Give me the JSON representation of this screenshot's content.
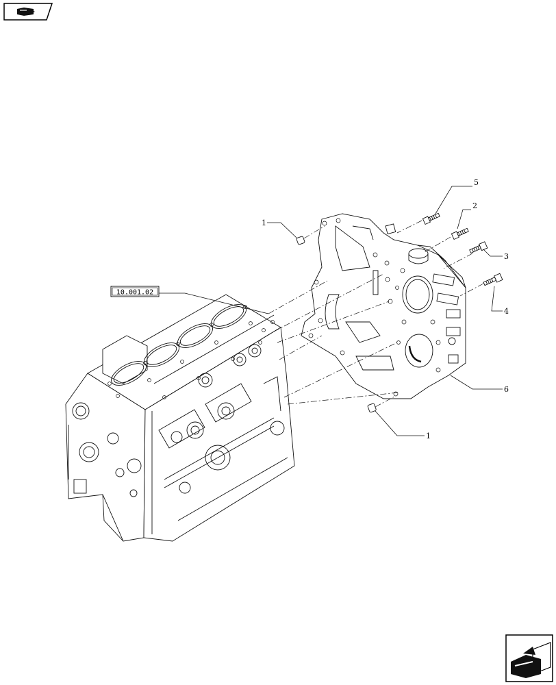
{
  "navigation": {
    "previous_icon": "arrow-back-icon",
    "next_icon": "arrow-forward-icon"
  },
  "reference_label": "10.001.02",
  "callouts": [
    "1",
    "5",
    "2",
    "3",
    "4",
    "6",
    "1"
  ]
}
